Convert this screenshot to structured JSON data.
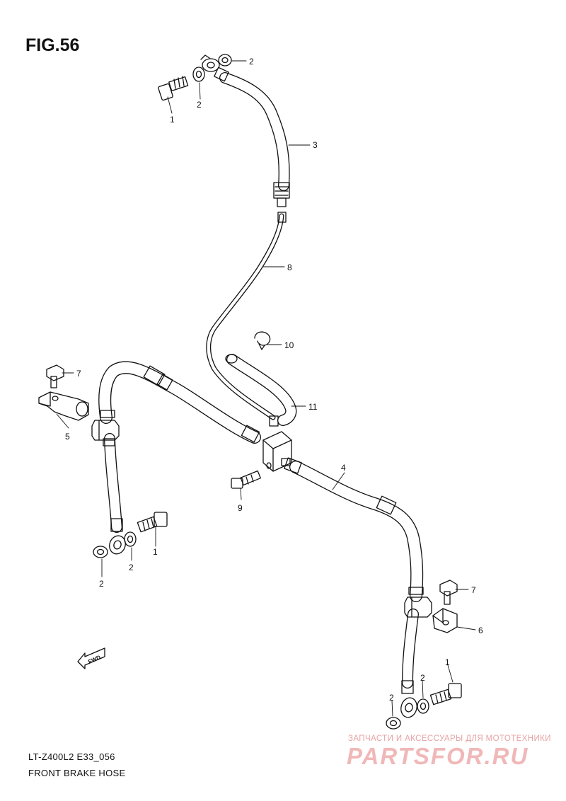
{
  "figure": {
    "title": "FIG.56",
    "code": "LT-Z400L2 E33_056",
    "name": "FRONT BRAKE HOSE"
  },
  "callouts": {
    "c1a": "1",
    "c2a": "2",
    "c2b": "2",
    "c3": "3",
    "c8": "8",
    "c10": "10",
    "c7a": "7",
    "c5": "5",
    "c11": "11",
    "c4": "4",
    "c9": "9",
    "c1b": "1",
    "c2c": "2",
    "c2d": "2",
    "c7b": "7",
    "c6": "6",
    "c1c": "1",
    "c2e": "2",
    "c2f": "2"
  },
  "fwd_label": "FWD",
  "watermark": {
    "tagline": "ЗАПЧАСТИ И АКСЕССУАРЫ ДЛЯ МОТОТЕХНИКИ",
    "brand": "PARTSFOR.RU"
  },
  "colors": {
    "line": "#111111",
    "watermark": "#f0b8b8"
  }
}
